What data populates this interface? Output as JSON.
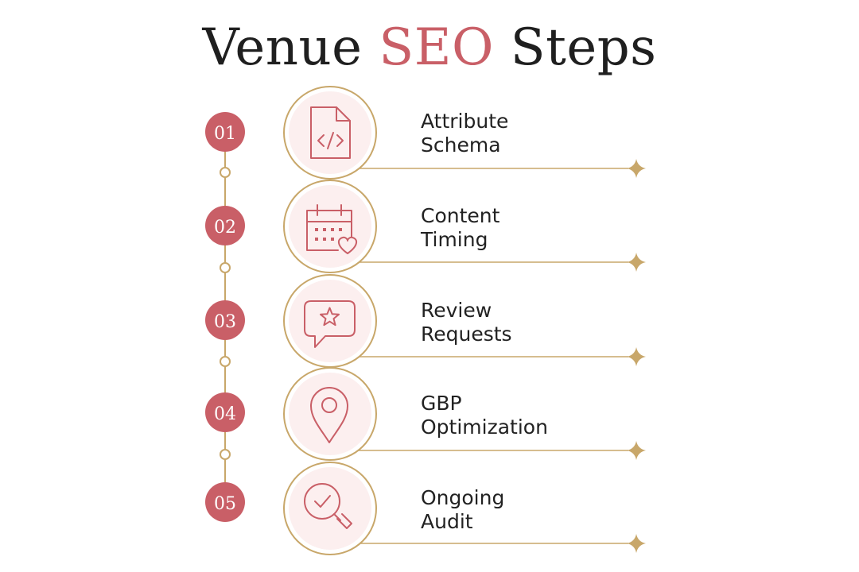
{
  "title": {
    "part1": "Venue",
    "accent": "SEO",
    "part2": "Steps"
  },
  "colors": {
    "accent": "#c95f67",
    "gold": "#c8a76a",
    "circle_fill": "#fcefef",
    "text": "#222222"
  },
  "steps": [
    {
      "number": "01",
      "line1": "Attribute",
      "line2": "Schema",
      "icon": "code-file-icon"
    },
    {
      "number": "02",
      "line1": "Content",
      "line2": "Timing",
      "icon": "calendar-heart-icon"
    },
    {
      "number": "03",
      "line1": "Review",
      "line2": "Requests",
      "icon": "star-speech-bubble-icon"
    },
    {
      "number": "04",
      "line1": "GBP",
      "line2": "Optimization",
      "icon": "map-pin-icon"
    },
    {
      "number": "05",
      "line1": "Ongoing",
      "line2": "Audit",
      "icon": "magnifier-check-icon"
    }
  ]
}
